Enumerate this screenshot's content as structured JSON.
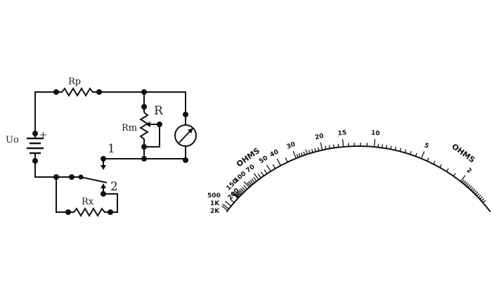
{
  "circuit": {
    "labels": {
      "source": "Uo",
      "plus": "+",
      "series_resistor": "Rp",
      "meter_resistor": "Rm",
      "variable": "R",
      "unknown": "Rx",
      "switch_pos1": "1",
      "switch_pos2": "2"
    }
  },
  "scale": {
    "unit_label_left": "OHMS",
    "unit_label_right": "OHMS",
    "center_value": 12.3,
    "major_labels": [
      20,
      15,
      10,
      5,
      2,
      30,
      40,
      50,
      70,
      100,
      150,
      200
    ],
    "left_end_labels": [
      "500",
      "1K",
      "2K"
    ]
  }
}
